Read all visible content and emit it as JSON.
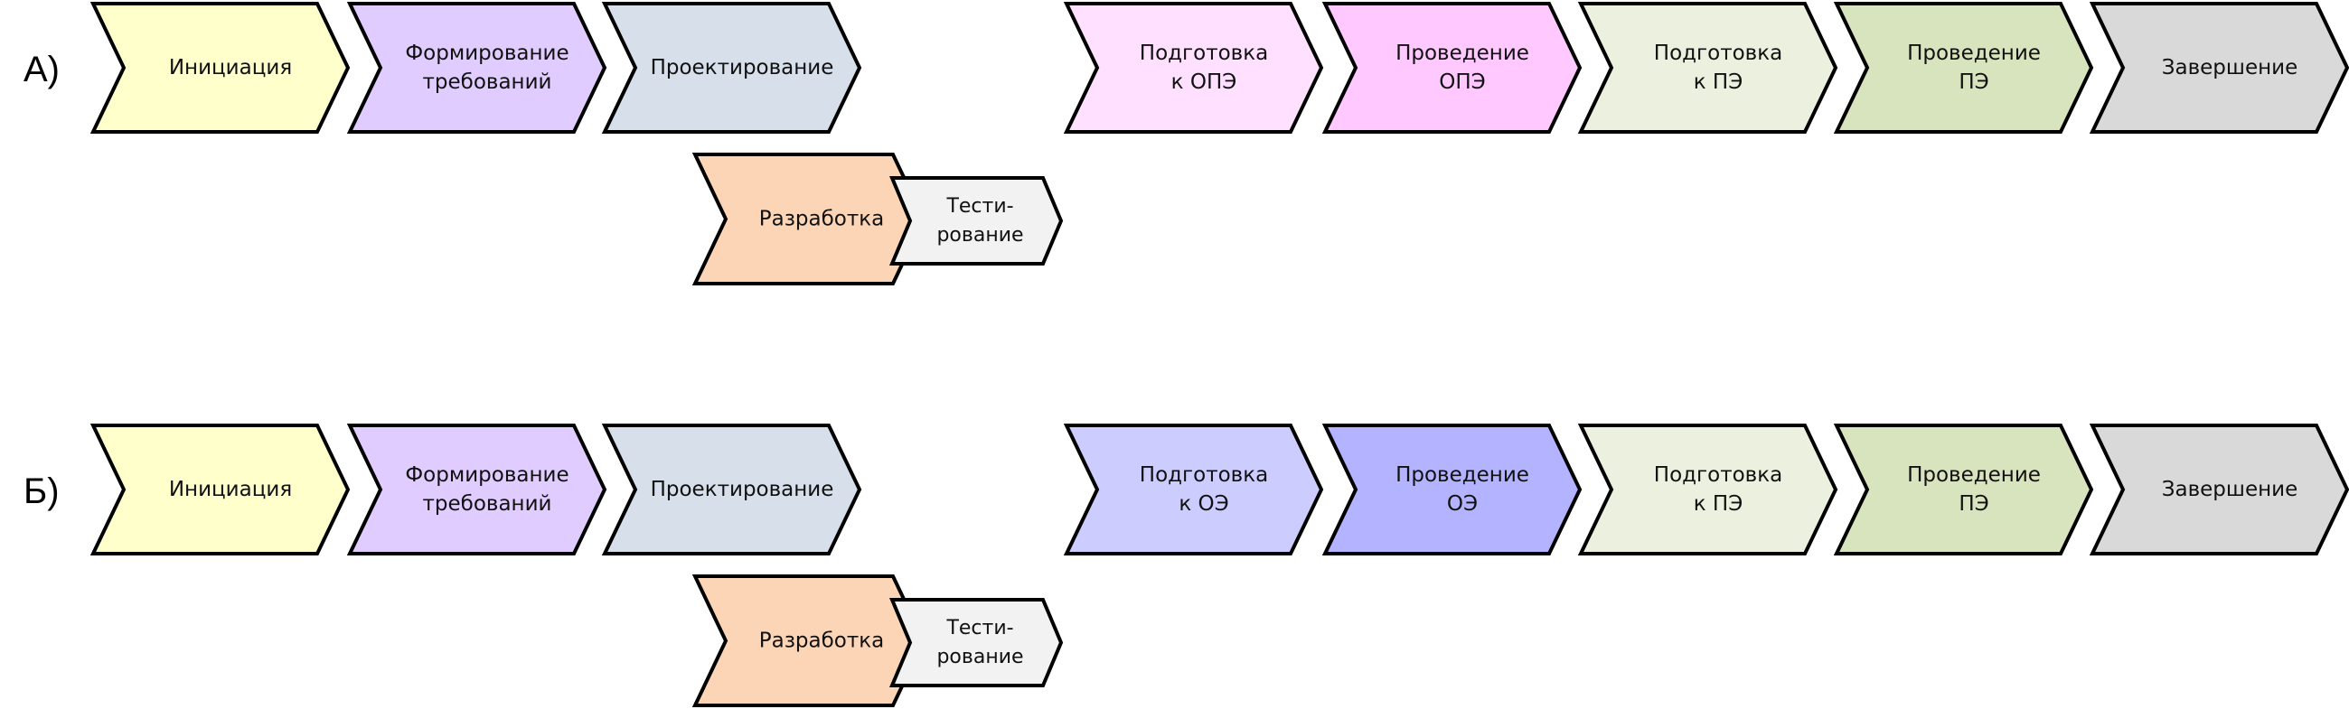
{
  "rows": [
    {
      "label": "А)",
      "steps": [
        {
          "lines": [
            "Инициация"
          ],
          "color": "#FFFFCC"
        },
        {
          "lines": [
            "Формирование",
            "требований"
          ],
          "color": "#E0CCFF"
        },
        {
          "lines": [
            "Проектирование"
          ],
          "color": "#D6DFEA"
        },
        {
          "lines": [
            "Подготовка",
            "к ОПЭ"
          ],
          "color": "#FFE0FF"
        },
        {
          "lines": [
            "Проведение",
            "ОПЭ"
          ],
          "color": "#FFC8FF"
        },
        {
          "lines": [
            "Подготовка",
            "к ПЭ"
          ],
          "color": "#EBF1DE"
        },
        {
          "lines": [
            "Проведение",
            "ПЭ"
          ],
          "color": "#D7E4BD"
        },
        {
          "lines": [
            "Завершение"
          ],
          "color": "#D9D9D9"
        }
      ],
      "dev": {
        "lines": [
          "Разработка"
        ],
        "color": "#FBD5B5"
      },
      "test": {
        "lines": [
          "Тести-",
          "рование"
        ],
        "color": "#F2F2F2"
      }
    },
    {
      "label": "Б)",
      "steps": [
        {
          "lines": [
            "Инициация"
          ],
          "color": "#FFFFCC"
        },
        {
          "lines": [
            "Формирование",
            "требований"
          ],
          "color": "#E0CCFF"
        },
        {
          "lines": [
            "Проектирование"
          ],
          "color": "#D6DFEA"
        },
        {
          "lines": [
            "Подготовка",
            "к ОЭ"
          ],
          "color": "#CCCCFF"
        },
        {
          "lines": [
            "Проведение",
            "ОЭ"
          ],
          "color": "#B3B3FF"
        },
        {
          "lines": [
            "Подготовка",
            "к ПЭ"
          ],
          "color": "#EBF1DE"
        },
        {
          "lines": [
            "Проведение",
            "ПЭ"
          ],
          "color": "#D7E4BD"
        },
        {
          "lines": [
            "Завершение"
          ],
          "color": "#D9D9D9"
        }
      ],
      "dev": {
        "lines": [
          "Разработка"
        ],
        "color": "#FBD5B5"
      },
      "test": {
        "lines": [
          "Тести-",
          "рование"
        ],
        "color": "#F2F2F2"
      }
    }
  ]
}
